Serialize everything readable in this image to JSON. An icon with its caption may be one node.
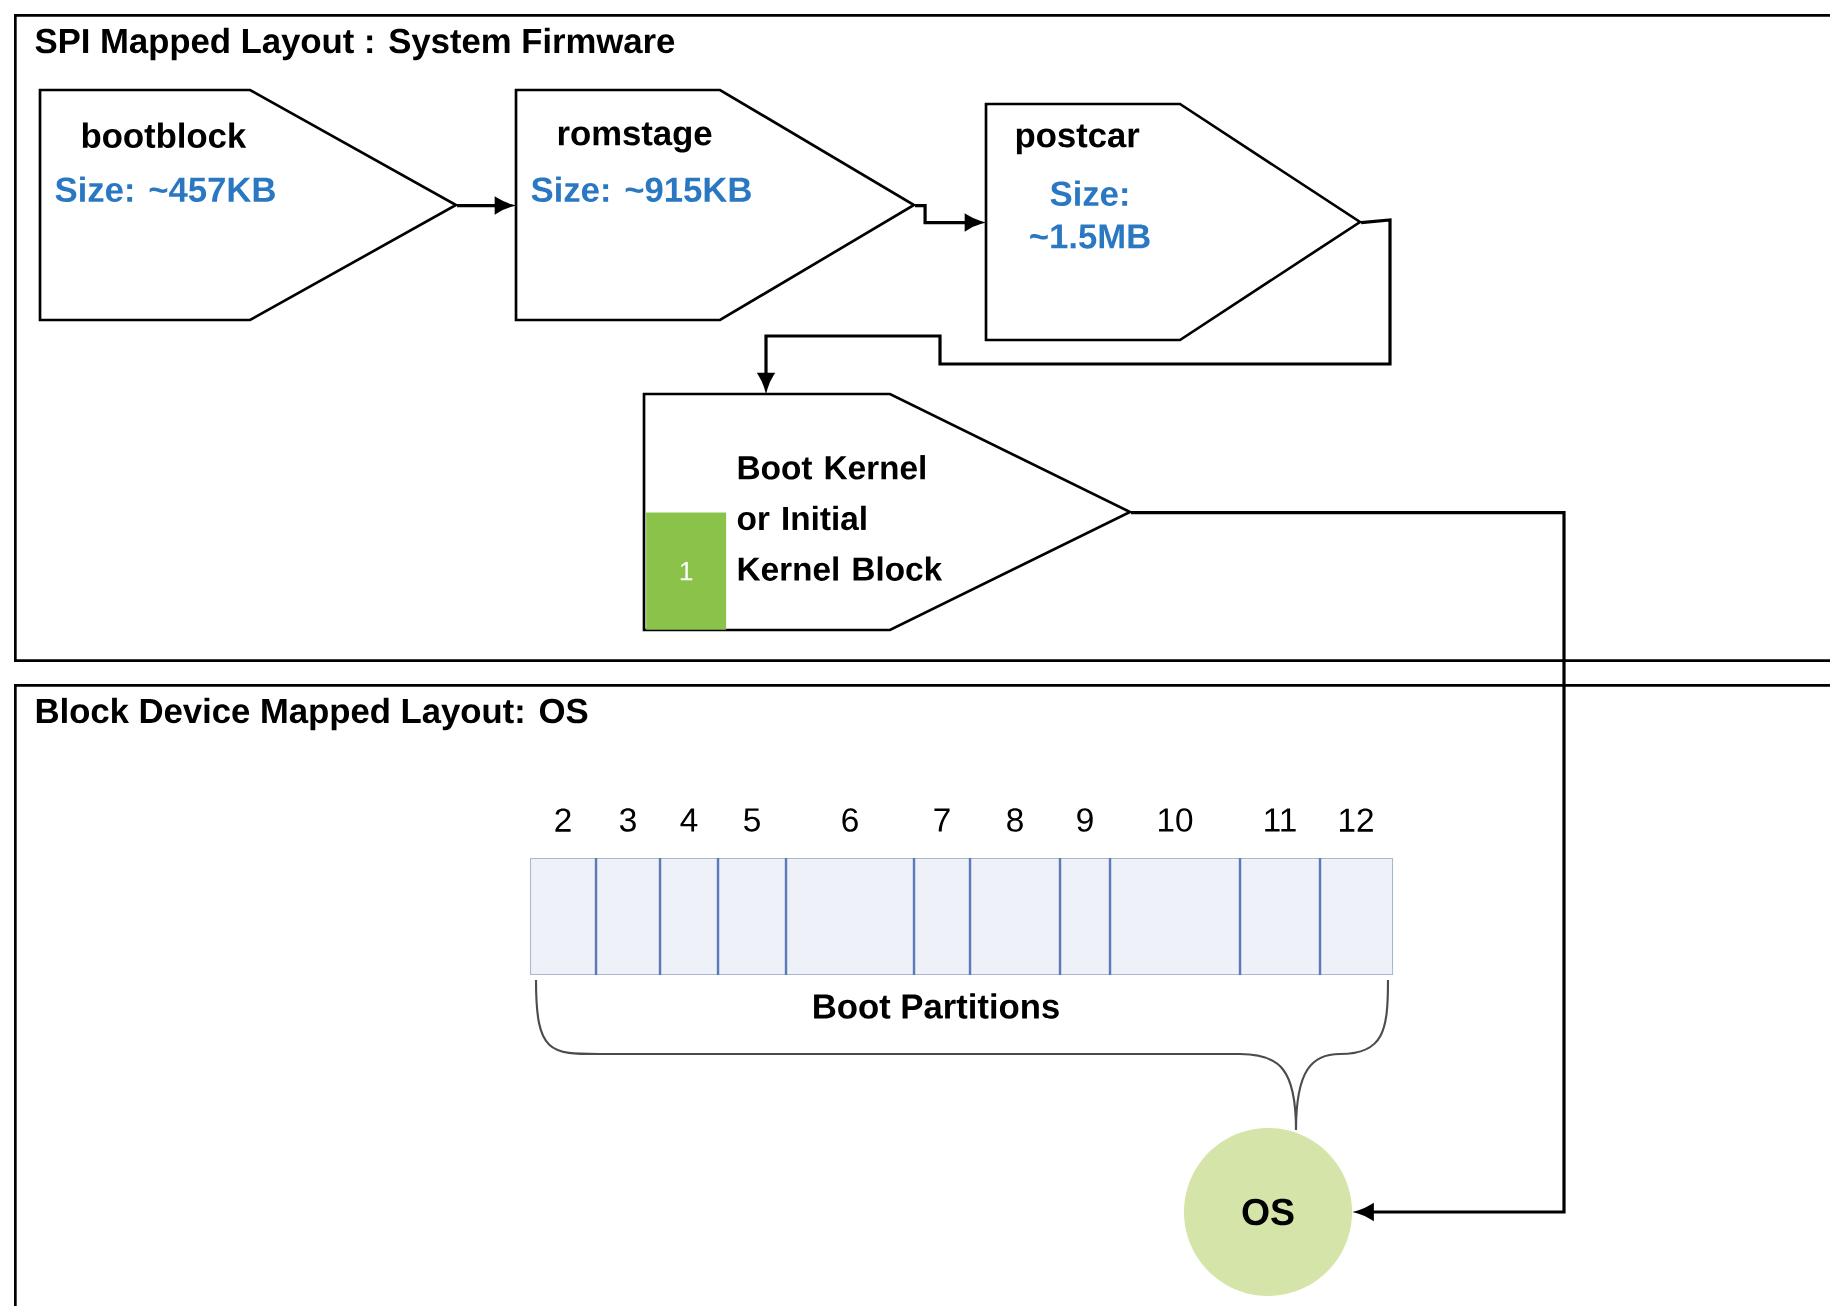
{
  "diagram": {
    "nodes": [
      {
        "text": [
          "SPI Mapped Layout : System Firmware"
        ]
      },
      {
        "text": [
          "bootblock",
          "Size: ~457KB"
        ],
        "in": 0
      },
      {
        "text": [
          "romstage",
          "Size: ~915KB"
        ],
        "in": 0
      },
      {
        "text": [
          "postcar",
          "Size: ~1.5MB"
        ],
        "in": 0
      },
      {
        "text": [
          "Boot Kernel or Initial Kernel Block"
        ],
        "in": 0
      },
      {
        "text": [
          "1"
        ],
        "in": 4
      },
      {
        "text": [
          "Block Device Mapped Layout: OS"
        ]
      },
      {
        "text": [
          "2"
        ],
        "in": 6
      },
      {
        "text": [
          "3"
        ],
        "in": 6
      },
      {
        "text": [
          "4"
        ],
        "in": 6
      },
      {
        "text": [
          "5"
        ],
        "in": 6
      },
      {
        "text": [
          "6"
        ],
        "in": 6
      },
      {
        "text": [
          "7"
        ],
        "in": 6
      },
      {
        "text": [
          "8"
        ],
        "in": 6
      },
      {
        "text": [
          "9"
        ],
        "in": 6
      },
      {
        "text": [
          "10"
        ],
        "in": 6
      },
      {
        "text": [
          "11"
        ],
        "in": 6
      },
      {
        "text": [
          "12"
        ],
        "in": 6
      },
      {
        "text": [
          "OS"
        ],
        "in": 6
      }
    ],
    "edges": [
      {
        "from": 1,
        "to": 2,
        "arrow": "to"
      },
      {
        "from": 2,
        "to": 3,
        "arrow": "to"
      },
      {
        "from": 3,
        "to": 4,
        "arrow": "to"
      },
      {
        "from": 4,
        "to": 18,
        "arrow": "to"
      }
    ],
    "labels": [
      "Boot Partitions"
    ]
  }
}
